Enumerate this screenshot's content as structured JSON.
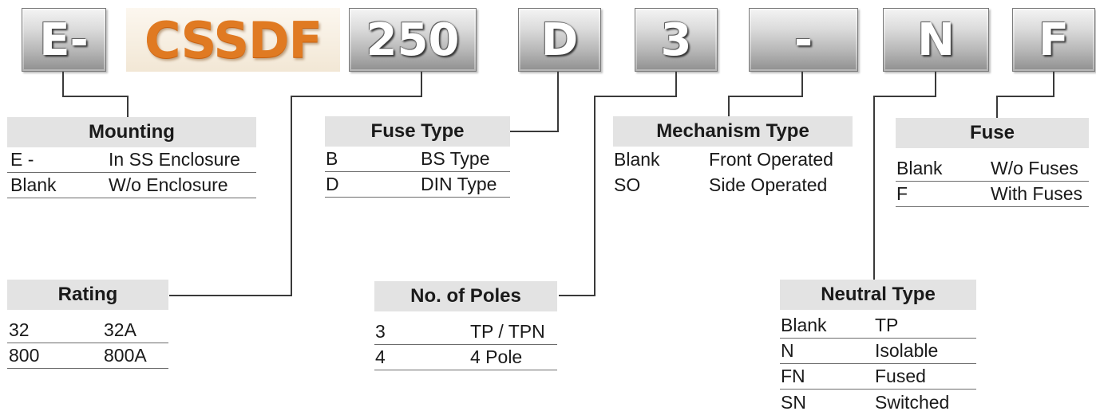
{
  "code": {
    "prefix": "E-",
    "brand": "CSSDF",
    "rating": "250",
    "fuse_type": "D",
    "poles": "3",
    "mechanism": "-",
    "neutral": "N",
    "fuse": "F"
  },
  "legends": {
    "mounting": {
      "title": "Mounting",
      "rows": [
        {
          "key": "E -",
          "value": "In SS Enclosure"
        },
        {
          "key": "Blank",
          "value": "W/o Enclosure"
        }
      ]
    },
    "fuse_type": {
      "title": "Fuse Type",
      "rows": [
        {
          "key": "B",
          "value": "BS Type"
        },
        {
          "key": "D",
          "value": "DIN Type"
        }
      ]
    },
    "mechanism_type": {
      "title": "Mechanism Type",
      "rows": [
        {
          "key": "Blank",
          "value": "Front Operated"
        },
        {
          "key": "SO",
          "value": "Side Operated"
        }
      ]
    },
    "fuse": {
      "title": "Fuse",
      "rows": [
        {
          "key": "Blank",
          "value": "W/o Fuses"
        },
        {
          "key": "F",
          "value": "With Fuses"
        }
      ]
    },
    "rating": {
      "title": "Rating",
      "rows": [
        {
          "key": "32",
          "value": "32A"
        },
        {
          "key": "800",
          "value": "800A"
        }
      ]
    },
    "poles": {
      "title": "No. of Poles",
      "rows": [
        {
          "key": "3",
          "value": "TP / TPN"
        },
        {
          "key": "4",
          "value": "4 Pole"
        }
      ]
    },
    "neutral_type": {
      "title": "Neutral Type",
      "rows": [
        {
          "key": "Blank",
          "value": "TP"
        },
        {
          "key": "N",
          "value": "Isolable"
        },
        {
          "key": "FN",
          "value": "Fused"
        },
        {
          "key": "SN",
          "value": "Switched"
        }
      ]
    }
  }
}
